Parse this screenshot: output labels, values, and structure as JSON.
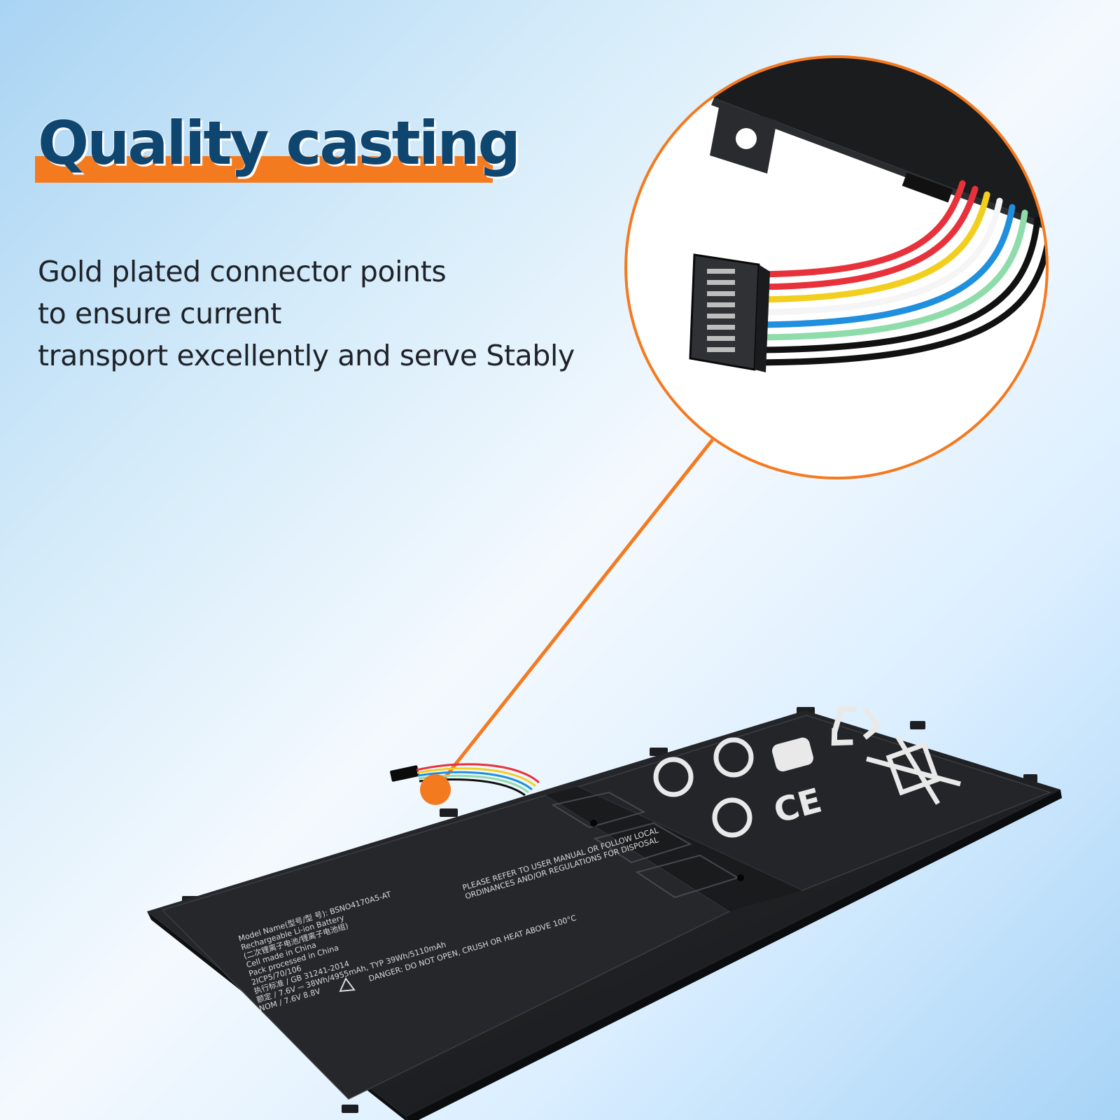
{
  "title": "Quality casting",
  "description": {
    "line1": "Gold plated connector points",
    "line2": "to ensure current",
    "line3": "transport excellently and serve Stably"
  },
  "colors": {
    "accent": "#f47a20",
    "title": "#0f4670",
    "body_text": "#1f2329",
    "battery": "#1f2124"
  },
  "wire_colors": [
    "#e8323b",
    "#e8323b",
    "#f2cf1f",
    "#f5f5f5",
    "#1f8fde",
    "#8fdcab",
    "#111111",
    "#111111"
  ],
  "battery_label": {
    "model": "Model Name(型号/型 号): BSNO4170A5-AT",
    "type": "Rechargeable Li-ion Battery",
    "type_cn": "(二次锂离子电池/锂离子电池组)",
    "cell_origin": "Cell made in China",
    "pack_origin": "Pack processed in China",
    "cell_code": "2ICP5/70/106",
    "standard": "执行标准 / GB 31241-2014",
    "rating": "额定 / 7.6V ⎓ 38Wh/4955mAh, TYP 39Wh/5110mAh",
    "charge_limit": "NOM / 7.6V   8.8V",
    "notice": "PLEASE REFER TO USER MANUAL OR FOLLOW LOCAL",
    "notice2": "ORDINANCES AND/OR REGULATIONS FOR DISPOSAL",
    "danger": "DANGER: DO NOT OPEN, CRUSH OR HEAT ABOVE 100°C"
  }
}
